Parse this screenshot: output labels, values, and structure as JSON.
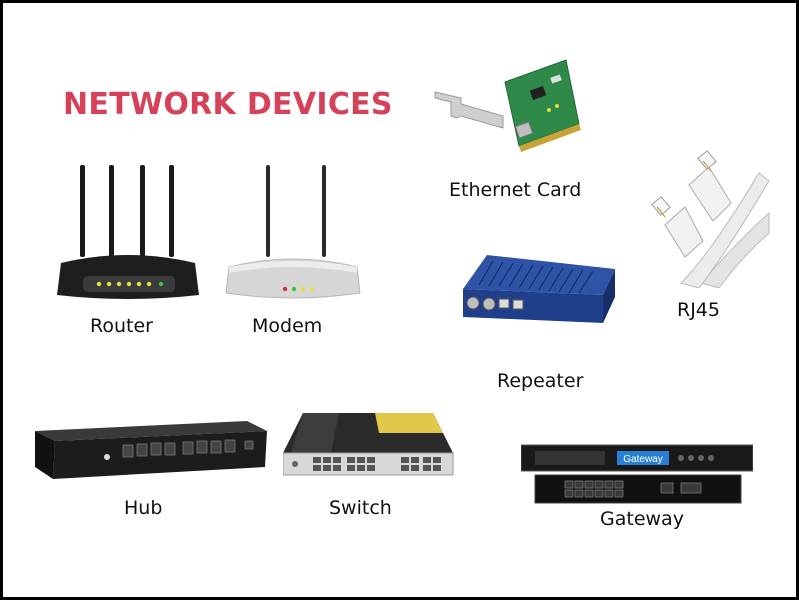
{
  "title": "NETWORK DEVICES",
  "devices": {
    "router": {
      "label": "Router"
    },
    "modem": {
      "label": "Modem"
    },
    "ethernet_card": {
      "label": "Ethernet Card"
    },
    "rj45": {
      "label": "RJ45"
    },
    "repeater": {
      "label": "Repeater"
    },
    "hub": {
      "label": "Hub"
    },
    "switch": {
      "label": "Switch"
    },
    "gateway": {
      "label": "Gateway",
      "screen_text": "Gateway"
    }
  },
  "colors": {
    "title": "#d6415a",
    "led_yellow": "#e6e23a",
    "led_green": "#3fbf3f",
    "led_red": "#e03030",
    "pcb_green": "#2f8a4a",
    "repeater_blue": "#1f3f8a",
    "gateway_screen": "#2a7fd4"
  }
}
